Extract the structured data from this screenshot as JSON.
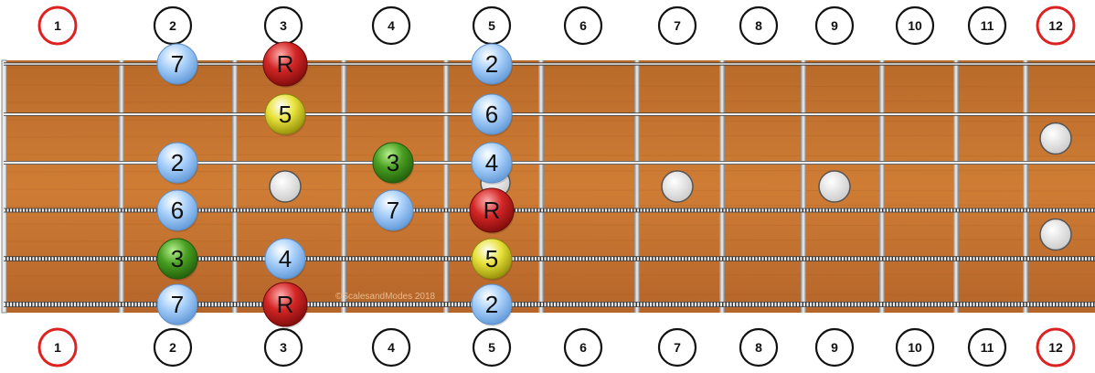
{
  "fret_numbers": [
    "1",
    "2",
    "3",
    "4",
    "5",
    "6",
    "7",
    "8",
    "9",
    "10",
    "11",
    "12"
  ],
  "highlighted_frets": [
    "1",
    "12"
  ],
  "inlay_markers": [
    {
      "fret": 3,
      "position": "center"
    },
    {
      "fret": 7,
      "position": "center"
    },
    {
      "fret": 9,
      "position": "center"
    },
    {
      "fret": 12,
      "position": "double"
    }
  ],
  "notes": [
    {
      "string": 1,
      "fret": 2,
      "label": "7",
      "color": "blue"
    },
    {
      "string": 1,
      "fret": 3,
      "label": "R",
      "color": "red"
    },
    {
      "string": 1,
      "fret": 5,
      "label": "2",
      "color": "blue"
    },
    {
      "string": 2,
      "fret": 3,
      "label": "5",
      "color": "yellow"
    },
    {
      "string": 2,
      "fret": 5,
      "label": "6",
      "color": "blue"
    },
    {
      "string": 3,
      "fret": 2,
      "label": "2",
      "color": "blue"
    },
    {
      "string": 3,
      "fret": 4,
      "label": "3",
      "color": "green"
    },
    {
      "string": 3,
      "fret": 5,
      "label": "4",
      "color": "blue"
    },
    {
      "string": 4,
      "fret": 2,
      "label": "6",
      "color": "blue"
    },
    {
      "string": 4,
      "fret": 4,
      "label": "7",
      "color": "blue"
    },
    {
      "string": 4,
      "fret": 5,
      "label": "R",
      "color": "red"
    },
    {
      "string": 5,
      "fret": 2,
      "label": "3",
      "color": "green"
    },
    {
      "string": 5,
      "fret": 3,
      "label": "4",
      "color": "blue"
    },
    {
      "string": 5,
      "fret": 5,
      "label": "5",
      "color": "yellow"
    },
    {
      "string": 6,
      "fret": 2,
      "label": "7",
      "color": "blue"
    },
    {
      "string": 6,
      "fret": 3,
      "label": "R",
      "color": "red"
    },
    {
      "string": 6,
      "fret": 5,
      "label": "2",
      "color": "blue"
    }
  ],
  "watermark": "©ScalesandModes 2018",
  "colors": {
    "wood": "#c9772f",
    "fret_highlight": "#dd2222",
    "blue": "#7fb6f0",
    "red": "#c81f1f",
    "yellow": "#d9d21a",
    "green": "#3f8e1a"
  }
}
